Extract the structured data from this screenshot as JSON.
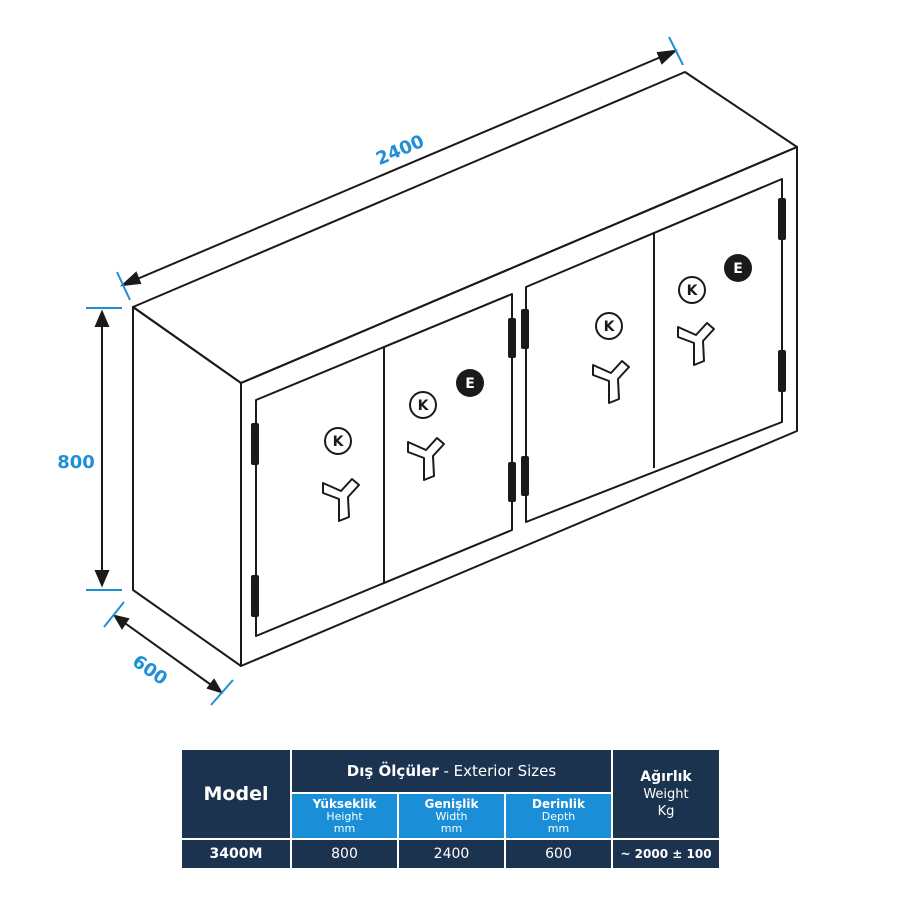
{
  "dimensions": {
    "width_label": "2400",
    "height_label": "800",
    "depth_label": "600"
  },
  "locks": {
    "key_letter": "K",
    "electronic_letter": "E"
  },
  "table": {
    "model_header": "Model",
    "exterior_header_tr": "Dış Ölçüler",
    "exterior_header_sep": " - ",
    "exterior_header_en": "Exterior Sizes",
    "weight_header_tr": "Ağırlık",
    "weight_header_en": "Weight",
    "weight_unit": "Kg",
    "columns": [
      {
        "tr": "Yükseklik",
        "en": "Height",
        "unit": "mm"
      },
      {
        "tr": "Genişlik",
        "en": "Width",
        "unit": "mm"
      },
      {
        "tr": "Derinlik",
        "en": "Depth",
        "unit": "mm"
      }
    ],
    "rows": [
      {
        "model": "3400M",
        "height": "800",
        "width": "2400",
        "depth": "600",
        "weight": "~ 2000 ± 100"
      }
    ]
  },
  "colors": {
    "accent": "#1f8fd6",
    "header_dark": "#1c3350",
    "header_blue": "#1a8fd8",
    "outline": "#1a1a1a"
  }
}
